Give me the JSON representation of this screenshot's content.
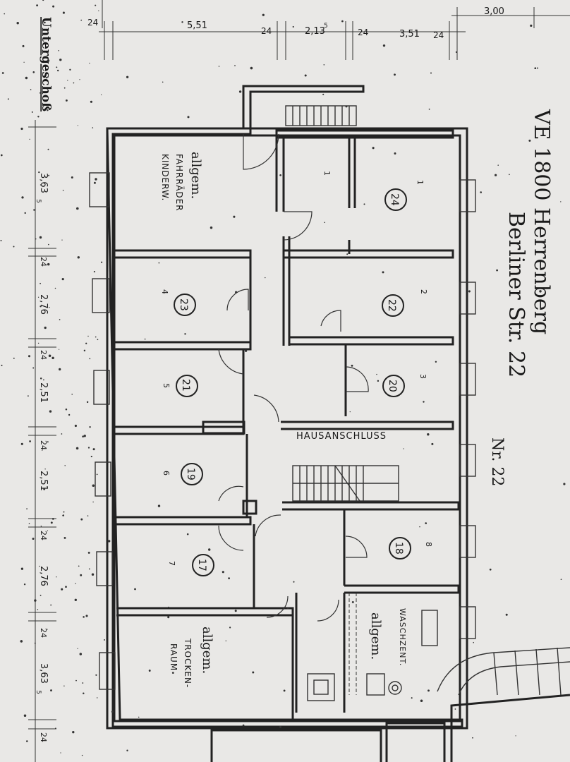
{
  "title": {
    "line1": "VE 1800 Herrenberg",
    "line2": "Berliner Str. 22",
    "house_no": "Nr. 22"
  },
  "floor_label": "Untergeschoß",
  "hallway_label": "HAUSANSCHLUSS",
  "top_dims": [
    "24",
    "5,51",
    "24",
    "2,13",
    "5",
    "24",
    "3,51",
    "24",
    "3,00"
  ],
  "left_dims": [
    "3,63",
    "5",
    "24",
    "2,76",
    "24",
    "2,51",
    "24",
    "2,51",
    "24",
    "2,76",
    "24",
    "3,63",
    "5",
    "24"
  ],
  "rooms": [
    {
      "circle": "24",
      "no": "1",
      "extra": "1"
    },
    {
      "circle": "22",
      "no": "2"
    },
    {
      "circle": "20",
      "no": "3"
    },
    {
      "circle": "18",
      "no": "8"
    },
    {
      "circle": "23",
      "no": "4"
    },
    {
      "circle": "21",
      "no": "5"
    },
    {
      "circle": "19",
      "no": "6"
    },
    {
      "circle": "17",
      "no": "7"
    }
  ],
  "common_rooms": [
    {
      "title": "allgem.",
      "line1": "FAHRRÄDER",
      "line2": "KINDERW."
    },
    {
      "title": "allgem.",
      "line1": "TROCKEN-",
      "line2": "RAUM"
    },
    {
      "title": "allgem.",
      "line1": "WASCHZENT."
    }
  ],
  "corner_label": "1",
  "colors": {
    "paper": "#e9e8e6",
    "ink": "#222222"
  }
}
